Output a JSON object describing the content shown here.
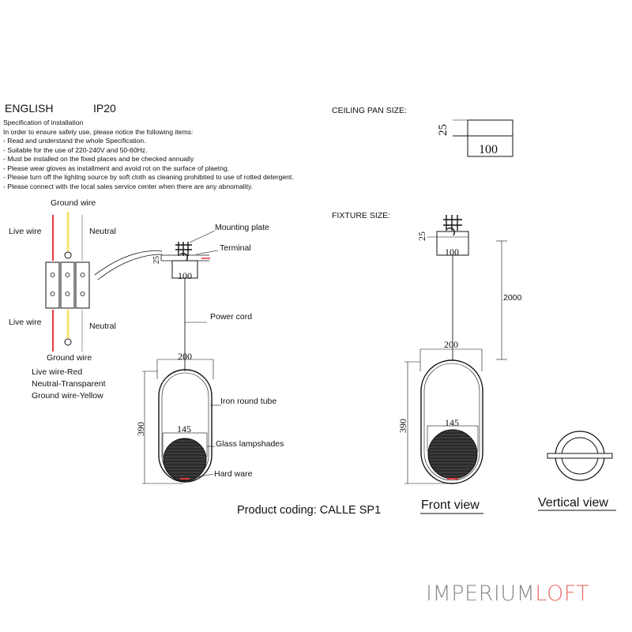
{
  "header": {
    "language": "ENGLISH",
    "rating": "IP20",
    "spec_title": "Specification of installation",
    "spec_lines": [
      "In order to ensure safety use, please notice the following items:",
      "- Read and understand the whole Specification.",
      "- Suitable for the use of 220-240V and 50-60Hz.",
      "- Must be installed on the fixed places and be checked annually",
      "- Please wear gloves as installment and avoid rot on the surface of plaetng.",
      "- Please turn off the lighitng source by soft cloth as cleaning prohibited to use of rotted detergent.",
      "- Please connect with the local sales service center when there are any abnomality."
    ]
  },
  "wiring": {
    "ground_top": "Ground wire",
    "live_top": "Live wire",
    "neutral_top": "Neutral",
    "live_bottom": "Live wire",
    "neutral_bottom": "Neutral",
    "ground_bottom": "Ground wire",
    "legend_live": "Live wire-Red",
    "legend_neutral": "Neutral-Transparent",
    "legend_ground": "Ground wire-Yellow",
    "colors": {
      "live": "#e0393e",
      "neutral": "#f2f2f2",
      "ground": "#f5e35a"
    }
  },
  "parts": {
    "mounting_plate": "Mounting plate",
    "terminal": "Terminal",
    "power_cord": "Power cord",
    "iron_tube": "Iron round tube",
    "glass_shades": "Glass lampshades",
    "hardware": "Hard ware"
  },
  "sizes": {
    "ceiling_pan_label": "CEILING PAN  SIZE:",
    "fixture_label": "FIXTURE SIZE:"
  },
  "dimensions": {
    "pan_height": "25",
    "pan_width": "100",
    "total_height": "2000",
    "body_width": "200",
    "body_height": "390",
    "shade_width": "145"
  },
  "footer": {
    "product_coding": "Product coding: CALLE SP1",
    "front_view": "Front view",
    "vertical_view": "Vertical view",
    "brand_part1": "IMPERIUM",
    "brand_part2": "LOFT"
  }
}
